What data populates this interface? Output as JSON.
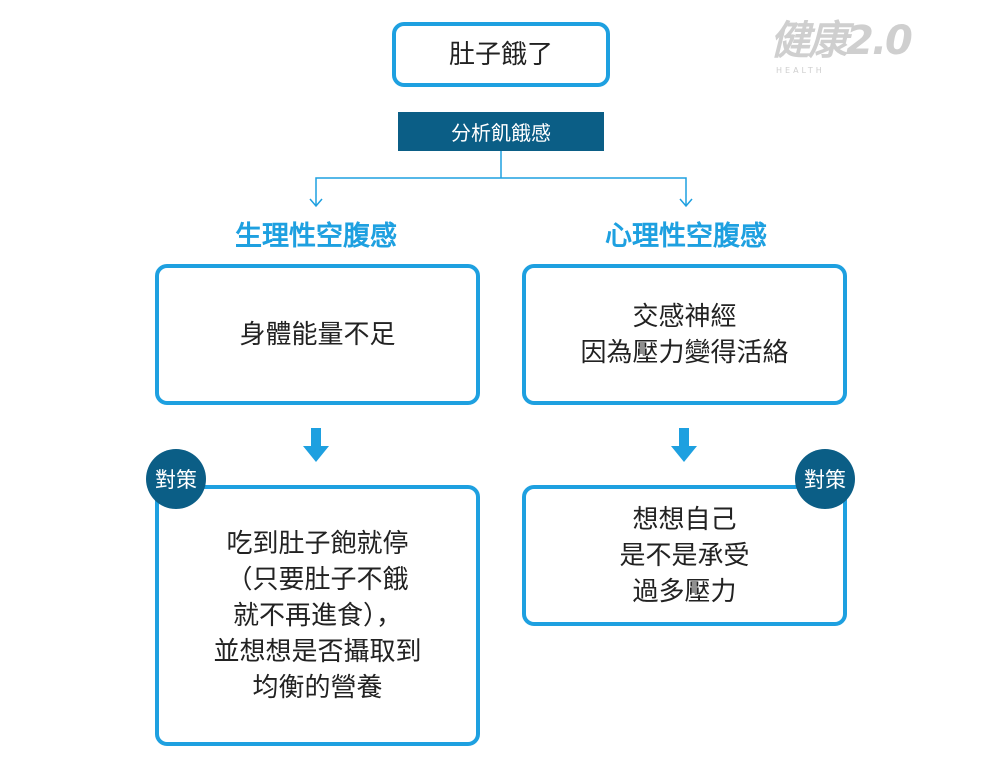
{
  "logo": {
    "text": "健康2.0",
    "sub": "HEALTH"
  },
  "root": {
    "label": "肚子餓了"
  },
  "banner": {
    "label": "分析飢餓感"
  },
  "colors": {
    "accent": "#1ea0e0",
    "dark": "#0b5e86"
  },
  "left": {
    "heading": "生理性空腹感",
    "cause": "身體能量不足",
    "badge": "對策",
    "solution": "吃到肚子飽就停\n（只要肚子不餓\n就不再進食），\n並想想是否攝取到\n均衡的營養"
  },
  "right": {
    "heading": "心理性空腹感",
    "cause": "交感神經\n因為壓力變得活絡",
    "badge": "對策",
    "solution": "想想自己\n是不是承受\n過多壓力"
  }
}
